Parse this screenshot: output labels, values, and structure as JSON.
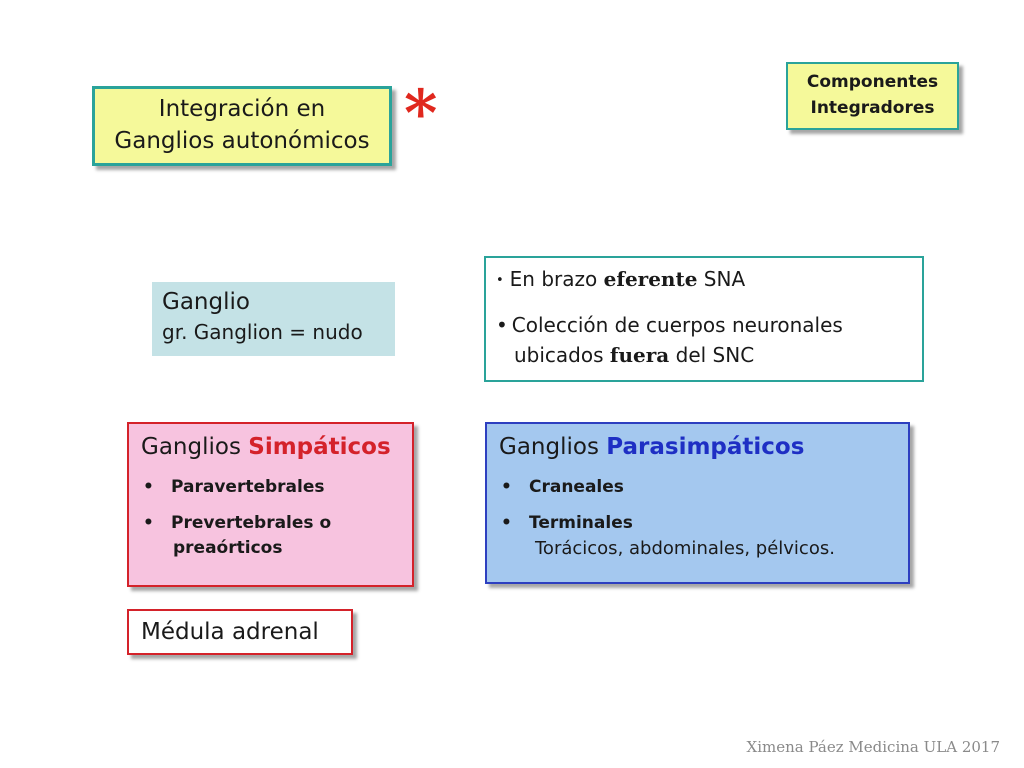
{
  "title_box": {
    "line1": "Integración en",
    "line2": "Ganglios autonómicos",
    "asterisk": "*"
  },
  "componentes": {
    "line1": "Componentes",
    "line2": "Integradores"
  },
  "ganglio": {
    "title": "Ganglio",
    "subtitle": "gr. Ganglion = nudo"
  },
  "definition": {
    "bullet_small": "•",
    "bullet_big": "•",
    "line1_prefix": "En brazo ",
    "line1_bold": "eferente",
    "line1_suffix": " SNA",
    "line2": "Colección de cuerpos neuronales",
    "line3_prefix": "ubicados ",
    "line3_bold": "fuera",
    "line3_suffix": " del SNC"
  },
  "simpaticos": {
    "title_prefix": "Ganglios ",
    "title_highlight": "Simpáticos",
    "bullet": "•",
    "item1": "Paravertebrales",
    "item2_line1": "Prevertebrales o",
    "item2_line2": "preaórticos",
    "colors": {
      "accent": "#d4222a",
      "fill": "#f7c3df"
    }
  },
  "parasimpaticos": {
    "title_prefix": "Ganglios ",
    "title_highlight": "Parasimpáticos",
    "bullet": "•",
    "item1": "Craneales",
    "item2": "Terminales",
    "item2_detail": "Torácicos, abdominales, pélvicos.",
    "colors": {
      "accent": "#1e2fc4",
      "fill": "#a4c8ef"
    }
  },
  "medula": {
    "label": "Médula adrenal"
  },
  "footer": {
    "credit": "Ximena Páez Medicina ULA 2017"
  }
}
